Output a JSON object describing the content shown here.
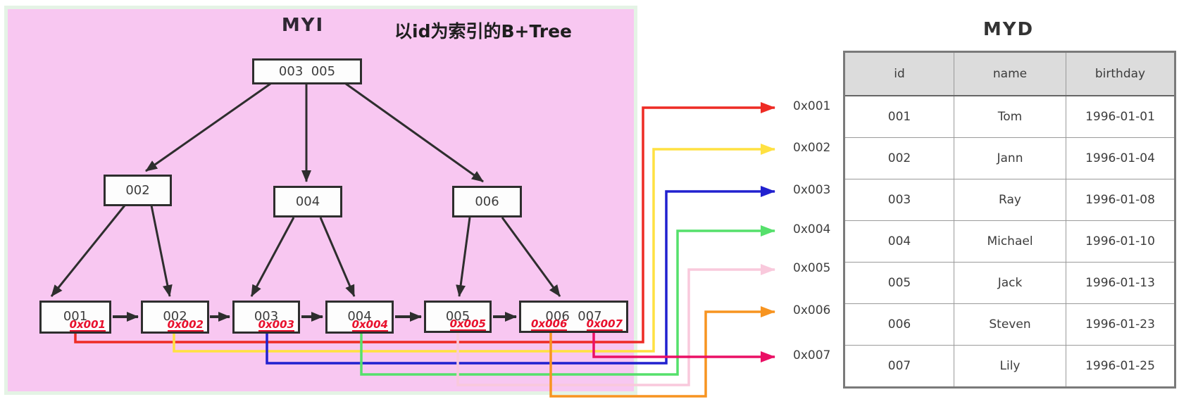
{
  "myi": {
    "title": "MYI",
    "subtitle": "以id为索引的B+Tree",
    "root_keys": "003  005",
    "internal_nodes": [
      "002",
      "004",
      "006"
    ],
    "leaf_nodes": [
      {
        "keys": "001",
        "addrs": [
          "0x001"
        ]
      },
      {
        "keys": "002",
        "addrs": [
          "0x002"
        ]
      },
      {
        "keys": "003",
        "addrs": [
          "0x003"
        ]
      },
      {
        "keys": "004",
        "addrs": [
          "0x004"
        ]
      },
      {
        "keys": "005",
        "addrs": [
          "0x005"
        ]
      },
      {
        "keys": "006  007",
        "addrs": [
          "0x006",
          "0x007"
        ]
      }
    ]
  },
  "pointers": [
    {
      "label": "0x001",
      "color": "#ee2b24"
    },
    {
      "label": "0x002",
      "color": "#ffe141"
    },
    {
      "label": "0x003",
      "color": "#2121cf"
    },
    {
      "label": "0x004",
      "color": "#55e06b"
    },
    {
      "label": "0x005",
      "color": "#f9c9dc"
    },
    {
      "label": "0x006",
      "color": "#f79420"
    },
    {
      "label": "0x007",
      "color": "#ea1065"
    }
  ],
  "myd": {
    "title": "MYD",
    "columns": [
      "id",
      "name",
      "birthday"
    ],
    "rows": [
      [
        "001",
        "Tom",
        "1996-01-01"
      ],
      [
        "002",
        "Jann",
        "1996-01-04"
      ],
      [
        "003",
        "Ray",
        "1996-01-08"
      ],
      [
        "004",
        "Michael",
        "1996-01-10"
      ],
      [
        "005",
        "Jack",
        "1996-01-13"
      ],
      [
        "006",
        "Steven",
        "1996-01-23"
      ],
      [
        "007",
        "Lily",
        "1996-01-25"
      ]
    ]
  },
  "theme": {
    "panel_bg": "#f8c7f1",
    "panel_border": "#e4f3e5",
    "address_color": "#e8112d",
    "edge_color": "#2e2e2e",
    "header_bg": "#dcdcdc"
  }
}
